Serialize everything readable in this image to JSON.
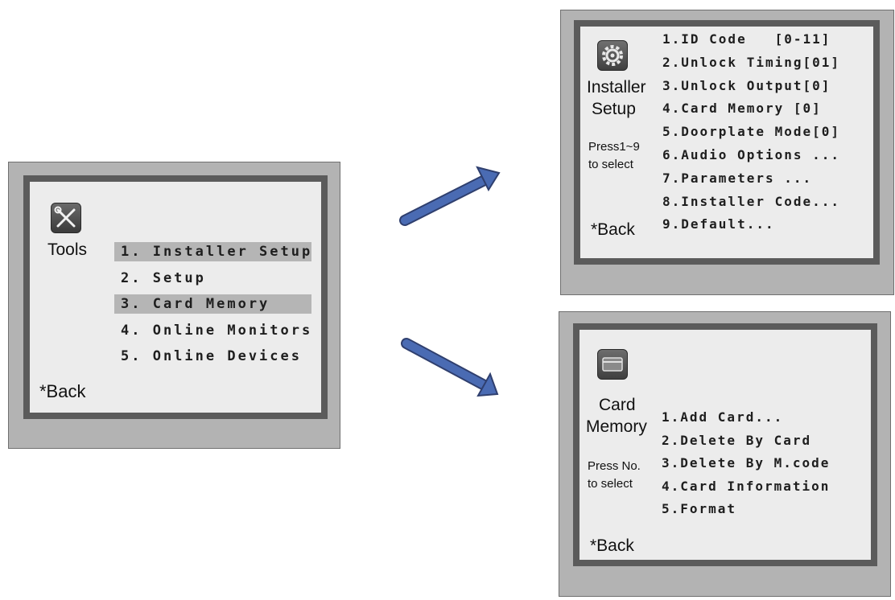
{
  "colors": {
    "panel": "#b3b3b3",
    "frame": "#5b5b5b",
    "screen": "#ececec",
    "highlight": "#b5b5b5",
    "arrow": "#3c5a9e"
  },
  "tools": {
    "icon": "tools-icon",
    "title": "Tools",
    "items": [
      {
        "label": "1. Installer Setup",
        "highlighted": true
      },
      {
        "label": "2. Setup",
        "highlighted": false
      },
      {
        "label": "3. Card Memory",
        "highlighted": true
      },
      {
        "label": "4. Online Monitors",
        "highlighted": false
      },
      {
        "label": "5. Online Devices",
        "highlighted": false
      }
    ],
    "back": "*Back"
  },
  "installer": {
    "icon": "gear-icon",
    "title_line1": "Installer",
    "title_line2": "Setup",
    "hint_line1": "Press1~9",
    "hint_line2": "to select",
    "items": [
      "1.ID Code   [0-11]",
      "2.Unlock Timing[01]",
      "3.Unlock Output[0]",
      "4.Card Memory [0]",
      "5.Doorplate Mode[0]",
      "6.Audio Options ...",
      "7.Parameters ...",
      "8.Installer Code...",
      "9.Default..."
    ],
    "back": "*Back"
  },
  "card": {
    "icon": "card-icon",
    "title_line1": "Card",
    "title_line2": "Memory",
    "hint_line1": "Press No.",
    "hint_line2": "to select",
    "items": [
      "1.Add Card...",
      "2.Delete By Card",
      "3.Delete By M.code",
      "4.Card Information",
      "5.Format"
    ],
    "back": "*Back"
  }
}
